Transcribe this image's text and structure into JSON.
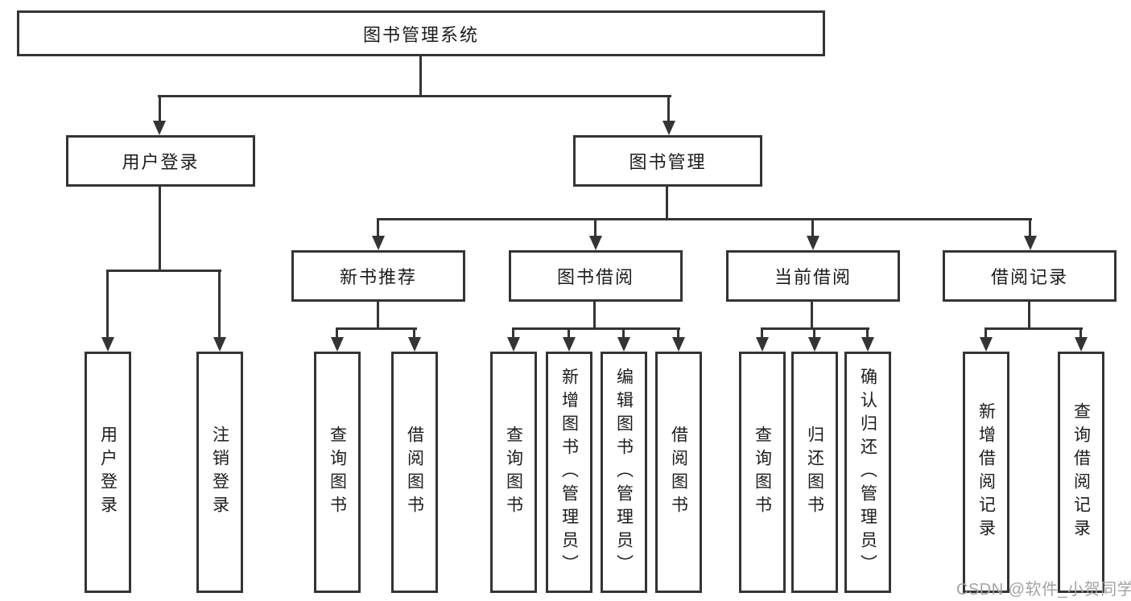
{
  "tree": {
    "root": "图书管理系统",
    "children": [
      {
        "label": "用户登录",
        "children": [
          "用户登录",
          "注销登录"
        ]
      },
      {
        "label": "图书管理",
        "children": [
          {
            "label": "新书推荐",
            "children": [
              "查询图书",
              "借阅图书"
            ]
          },
          {
            "label": "图书借阅",
            "children": [
              "查询图书",
              "新增图书（管理员）",
              "编辑图书（管理员）",
              "借阅图书"
            ]
          },
          {
            "label": "当前借阅",
            "children": [
              "查询图书",
              "归还图书",
              "确认归还（管理员）"
            ]
          },
          {
            "label": "借阅记录",
            "children": [
              "新增借阅记录",
              "查询借阅记录"
            ]
          }
        ]
      }
    ]
  },
  "watermark": {
    "text": "CSDN @软件_小贺同学"
  },
  "colors": {
    "line": "#343434",
    "text": "#1c1c1c",
    "watermark": "#a3a3a3",
    "background": "#ffffff"
  }
}
